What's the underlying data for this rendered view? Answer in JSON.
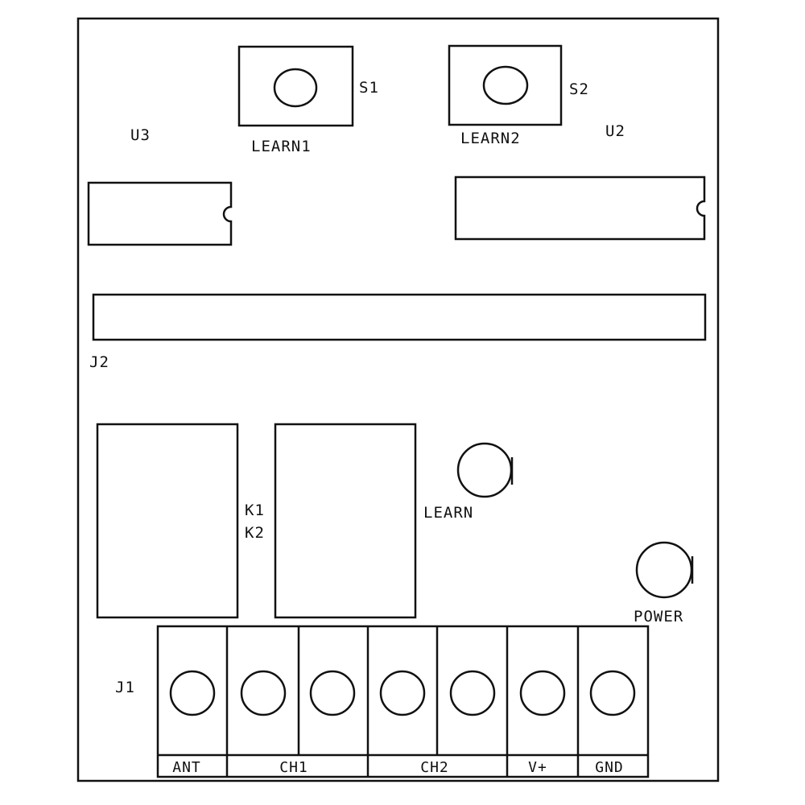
{
  "labels": {
    "s1": "S1",
    "s2": "S2",
    "learn1": "LEARN1",
    "learn2": "LEARN2",
    "u3": "U3",
    "u2": "U2",
    "j2": "J2",
    "k1": "K1",
    "k2": "K2",
    "learn_led": "LEARN",
    "power_led": "POWER",
    "j1": "J1"
  },
  "terminal_labels": {
    "ant": "ANT",
    "ch1": "CH1",
    "ch2": "CH2",
    "vplus": "V+",
    "gnd": "GND"
  },
  "colors": {
    "line": "#111111",
    "background": "#ffffff"
  }
}
